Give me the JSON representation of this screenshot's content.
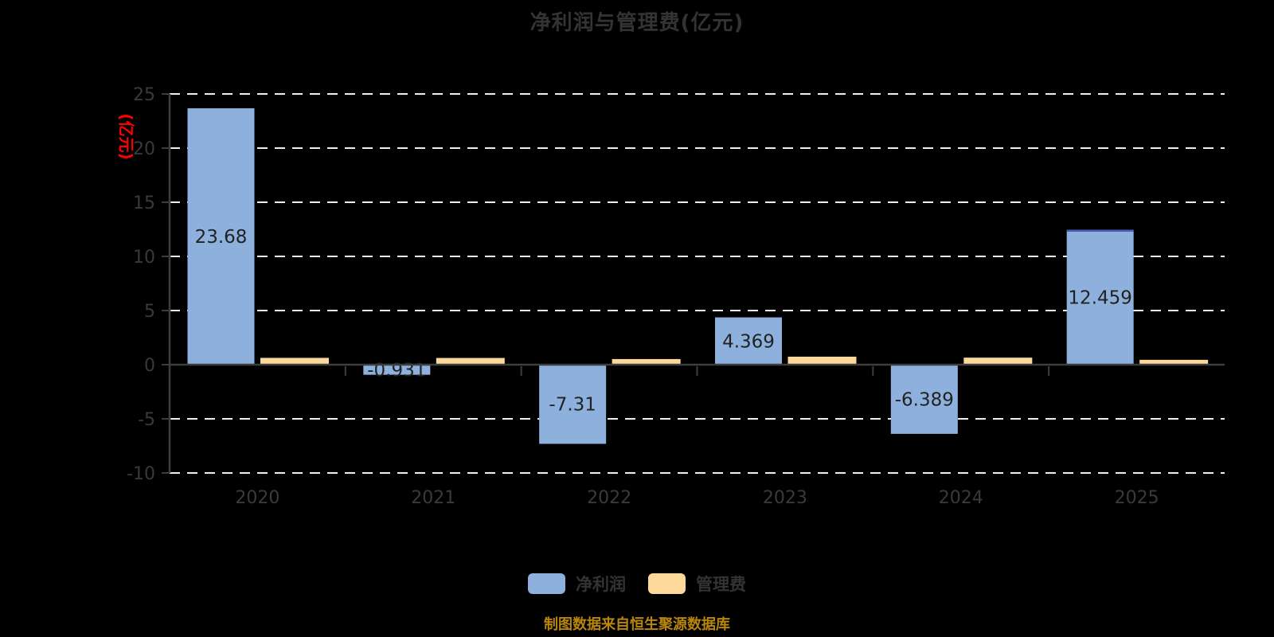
{
  "page": {
    "background": "#000000"
  },
  "chart_data": {
    "type": "bar",
    "title": "净利润与管理费(亿元)",
    "y_axis_name": "(亿元)",
    "y_axis_name_color": "#FF0000",
    "categories": [
      "2020",
      "2021",
      "2022",
      "2023",
      "2024",
      "2025"
    ],
    "series": [
      {
        "name": "净利润",
        "color": "#8EB0DD",
        "values": [
          23.68,
          -0.931,
          -7.31,
          4.369,
          -6.389,
          12.459
        ],
        "data_labels": [
          "23.68",
          "-0.931",
          "-7.31",
          "4.369",
          "-6.389",
          "12.459"
        ]
      },
      {
        "name": "管理费",
        "color": "#FCD99B",
        "values": [
          0.63,
          0.62,
          0.52,
          0.74,
          0.65,
          0.45
        ],
        "data_labels": []
      }
    ],
    "ylim": [
      -10,
      25
    ],
    "yticks": [
      25,
      20,
      15,
      10,
      5,
      0,
      -5,
      -10
    ],
    "grid_style": "dashed",
    "grid_color": "#EDEDED",
    "axis_color": "#3D3D3D",
    "tick_label_color": "#3A3A3A",
    "bar_label_color": "#222222",
    "legend_position": "bottom",
    "highlight": {
      "series": 0,
      "index": 5,
      "edge_color": "#4E5CB8"
    },
    "footer": "制图数据来自恒生聚源数据库",
    "footer_color": "#B8860B"
  }
}
